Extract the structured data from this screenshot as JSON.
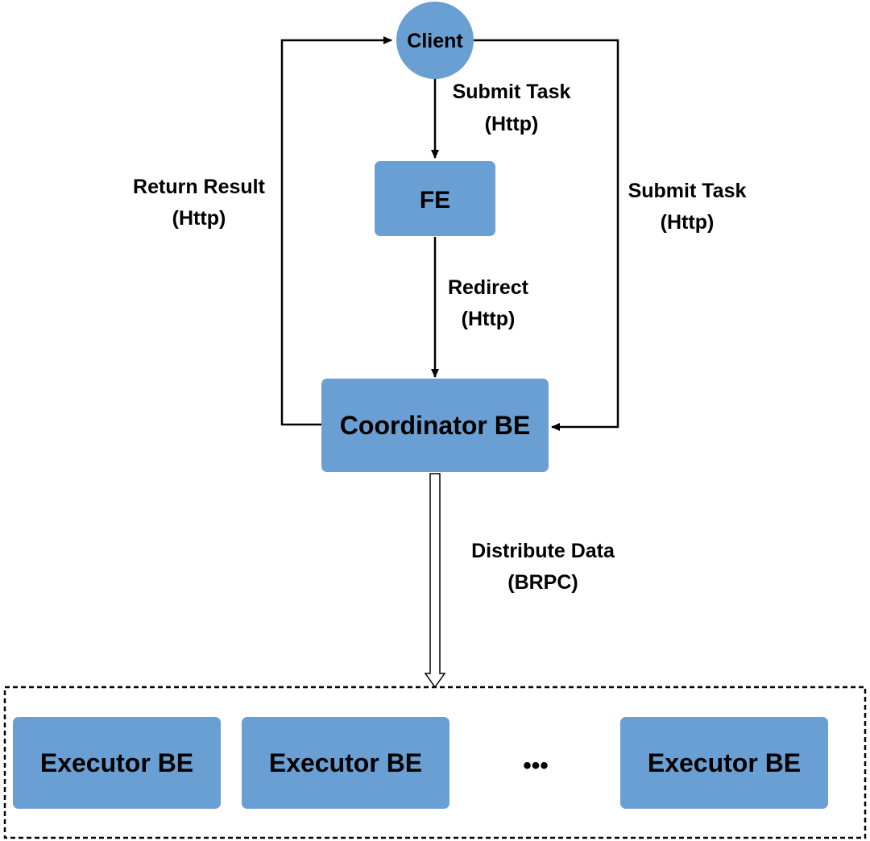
{
  "colors": {
    "node_fill": "#6a9fd3",
    "node_stroke": "#5a8fc5",
    "line": "#000000",
    "background": "#ffffff"
  },
  "nodes": {
    "client": "Client",
    "fe": "FE",
    "coordinator": "Coordinator BE",
    "executors": [
      "Executor BE",
      "Executor BE",
      "Executor BE"
    ],
    "ellipsis": "•••"
  },
  "edges": {
    "client_to_fe": [
      "Submit Task",
      "(Http)"
    ],
    "return_result": [
      "Return Result",
      "(Http)"
    ],
    "client_to_coordinator": [
      "Submit Task",
      "(Http)"
    ],
    "fe_to_coordinator": [
      "Redirect",
      "(Http)"
    ],
    "distribute_data": [
      "Distribute Data",
      "(BRPC)"
    ]
  }
}
